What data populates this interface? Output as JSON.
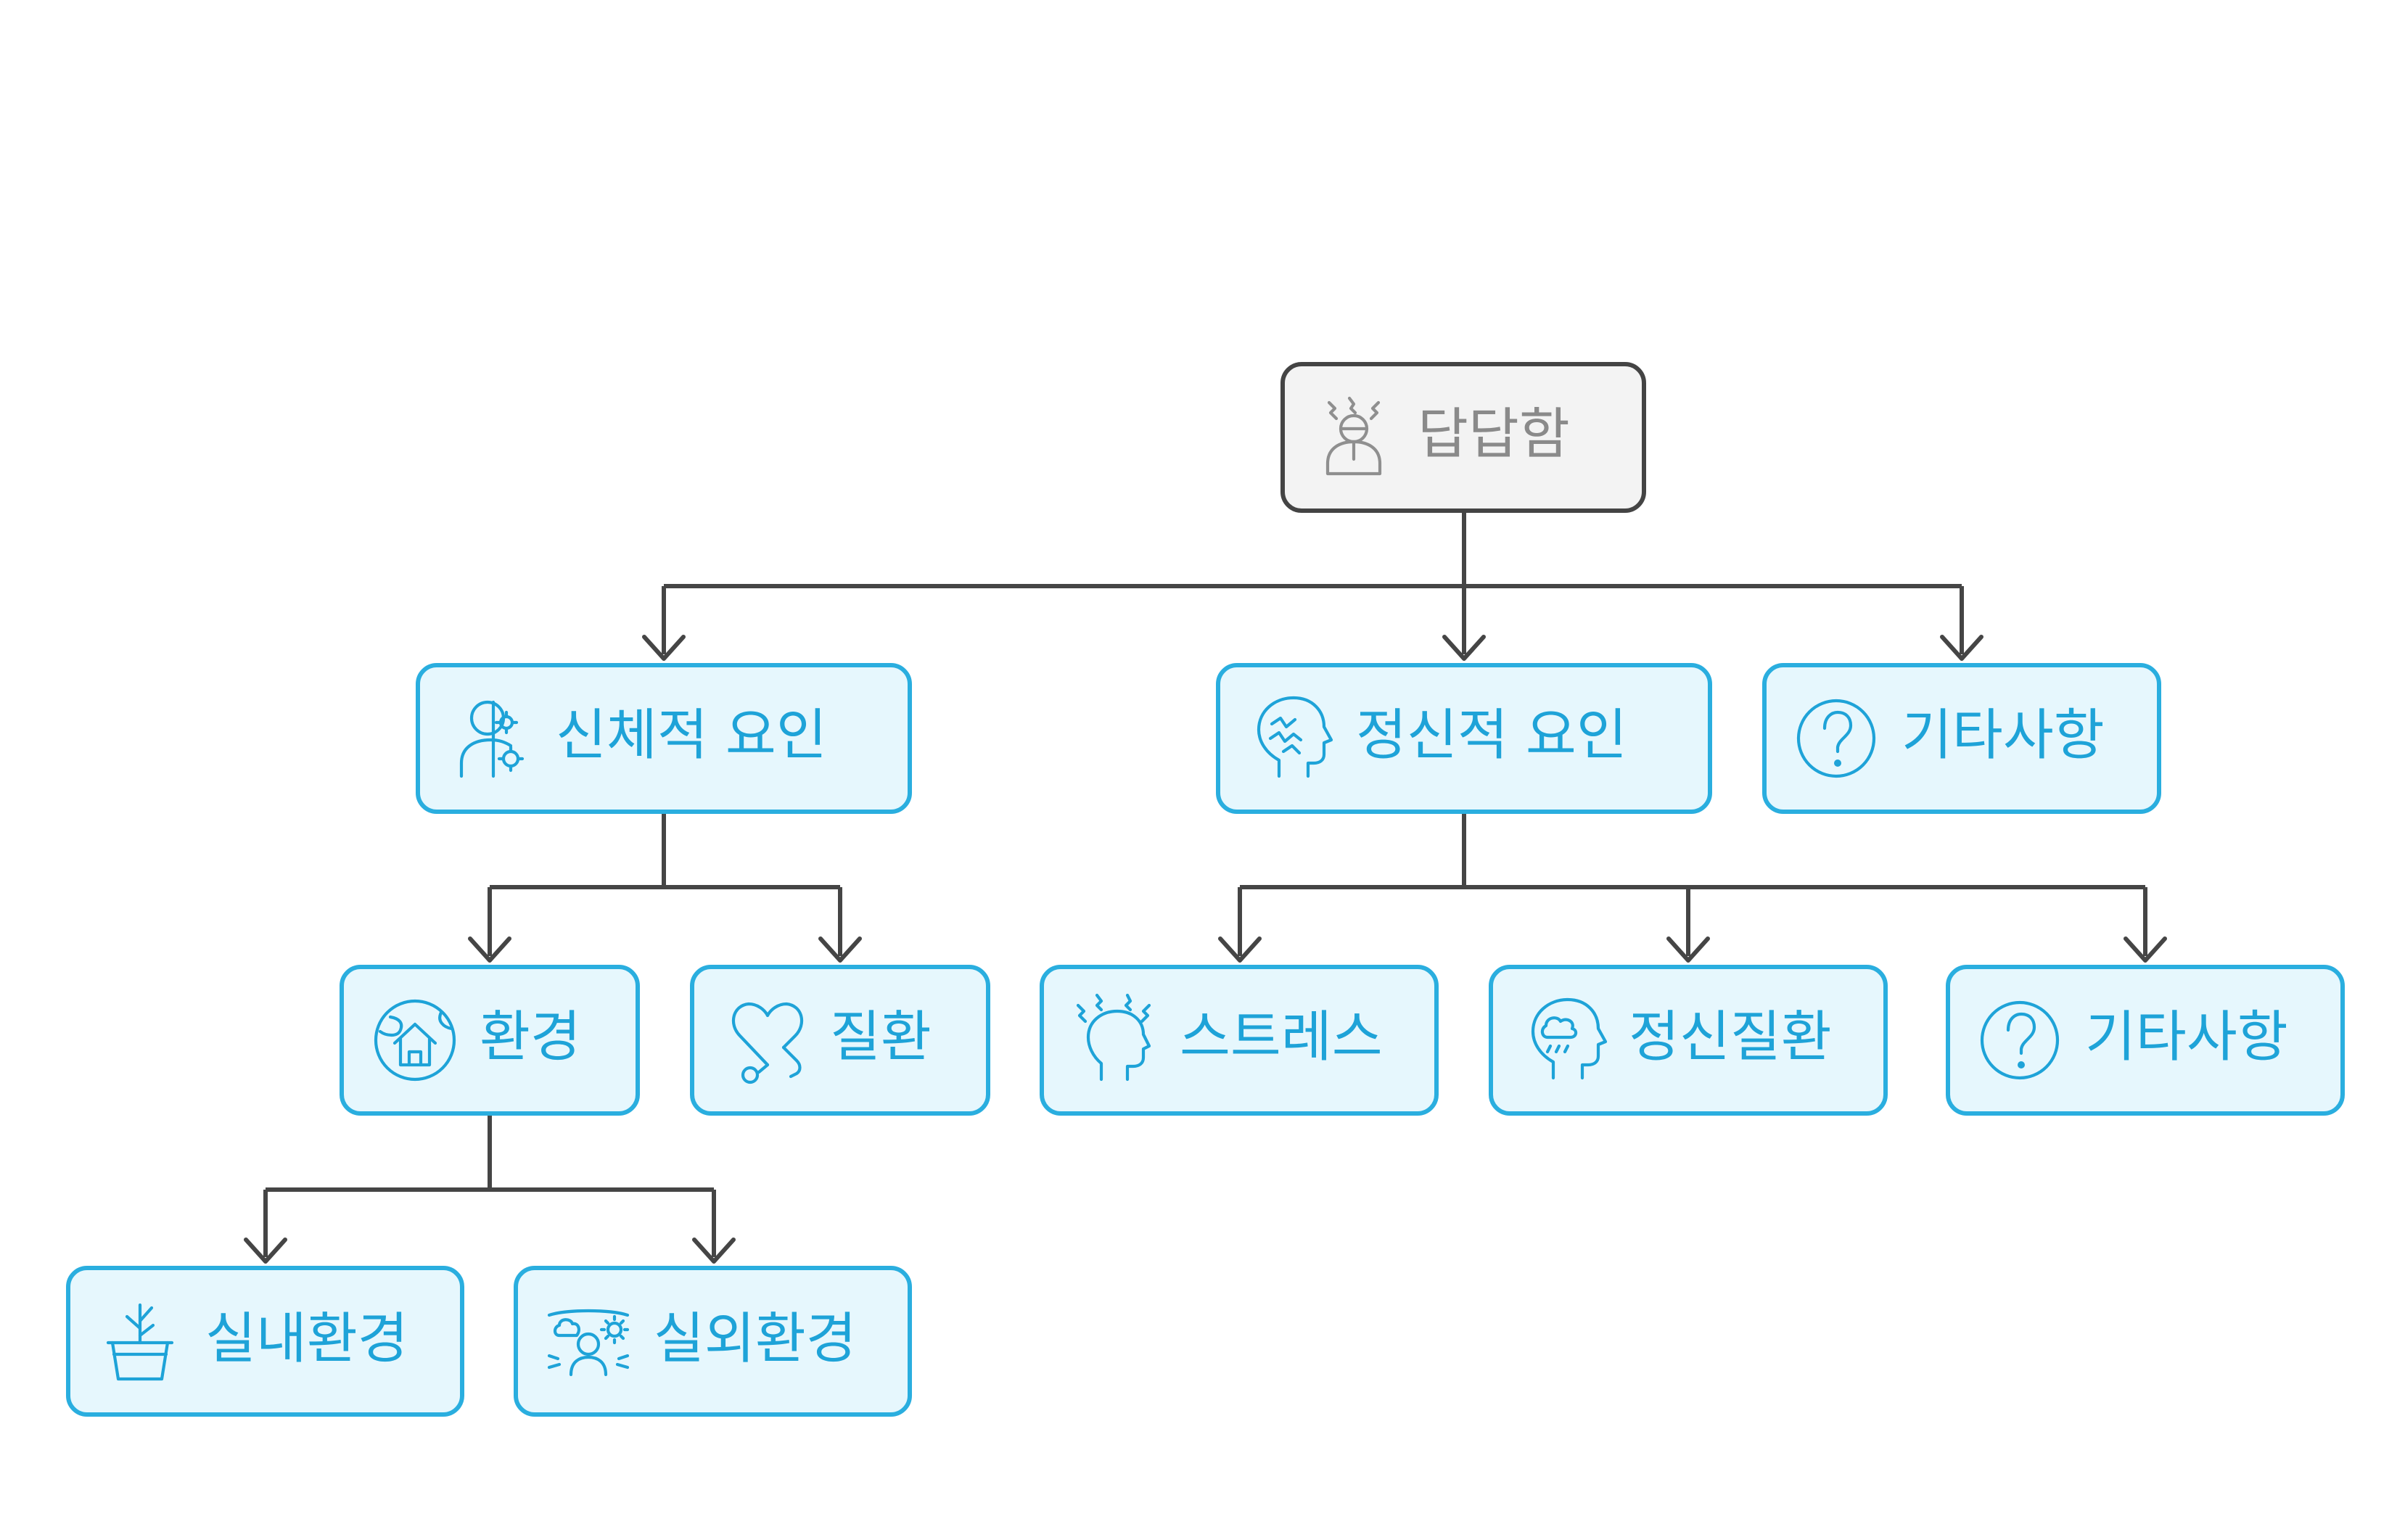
{
  "colors": {
    "node_fill": "#e6f7fd",
    "node_stroke": "#2aaedf",
    "node_text": "#1ea3d8",
    "root_fill": "#f3f3f3",
    "root_stroke": "#444444",
    "root_text": "#8a8a8a",
    "connector": "#454545"
  },
  "nodes": {
    "root": {
      "label": "답답함",
      "icon": "stressed-person-icon"
    },
    "physical": {
      "label": "신체적 요인",
      "icon": "person-gear-icon"
    },
    "mental": {
      "label": "정신적 요인",
      "icon": "brain-head-icon"
    },
    "other1": {
      "label": "기타사항",
      "icon": "question-circle-icon"
    },
    "environment": {
      "label": "환경",
      "icon": "house-globe-icon"
    },
    "disease": {
      "label": "질환",
      "icon": "heart-stethoscope-icon"
    },
    "stress": {
      "label": "스트레스",
      "icon": "head-stress-icon"
    },
    "mental_illness": {
      "label": "정신질환",
      "icon": "head-cloud-icon"
    },
    "other2": {
      "label": "기타사항",
      "icon": "question-circle-icon"
    },
    "indoor": {
      "label": "실내환경",
      "icon": "potted-plant-icon"
    },
    "outdoor": {
      "label": "실외환경",
      "icon": "person-weather-icon"
    }
  },
  "edges": [
    [
      "root",
      "physical"
    ],
    [
      "root",
      "mental"
    ],
    [
      "root",
      "other1"
    ],
    [
      "physical",
      "environment"
    ],
    [
      "physical",
      "disease"
    ],
    [
      "mental",
      "stress"
    ],
    [
      "mental",
      "mental_illness"
    ],
    [
      "mental",
      "other2"
    ],
    [
      "environment",
      "indoor"
    ],
    [
      "environment",
      "outdoor"
    ]
  ]
}
